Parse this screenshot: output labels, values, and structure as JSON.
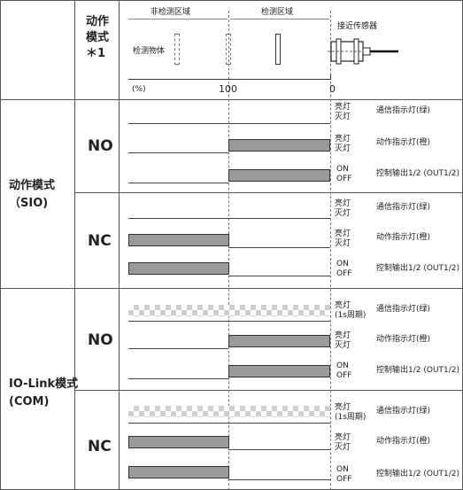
{
  "header": {
    "operation_mode": "动作\n模式\n＊1",
    "non_detection_area": "非检测区域",
    "detection_area": "检测区域",
    "proximity_sensor": "接近传感器",
    "detected_object": "检测物体",
    "percent": "(%)",
    "tick_100": "100",
    "tick_0": "0"
  },
  "sections": [
    {
      "mode": "动作模式\n（SIO)"
    },
    {
      "mode": "IO-Link模式\n(COM)"
    }
  ],
  "labels": {
    "no": "NO",
    "nc": "NC",
    "on_off_light": "亮灯\n灭灯",
    "on_1s_off": "亮灯\n(1s周期)",
    "on_off": "ON\nOFF",
    "comm_indicator": "通信指示灯(绿)",
    "op_indicator": "动作指示灯(橙)",
    "ctrl_output": "控制输出1/2 (OUT1/2)"
  }
}
